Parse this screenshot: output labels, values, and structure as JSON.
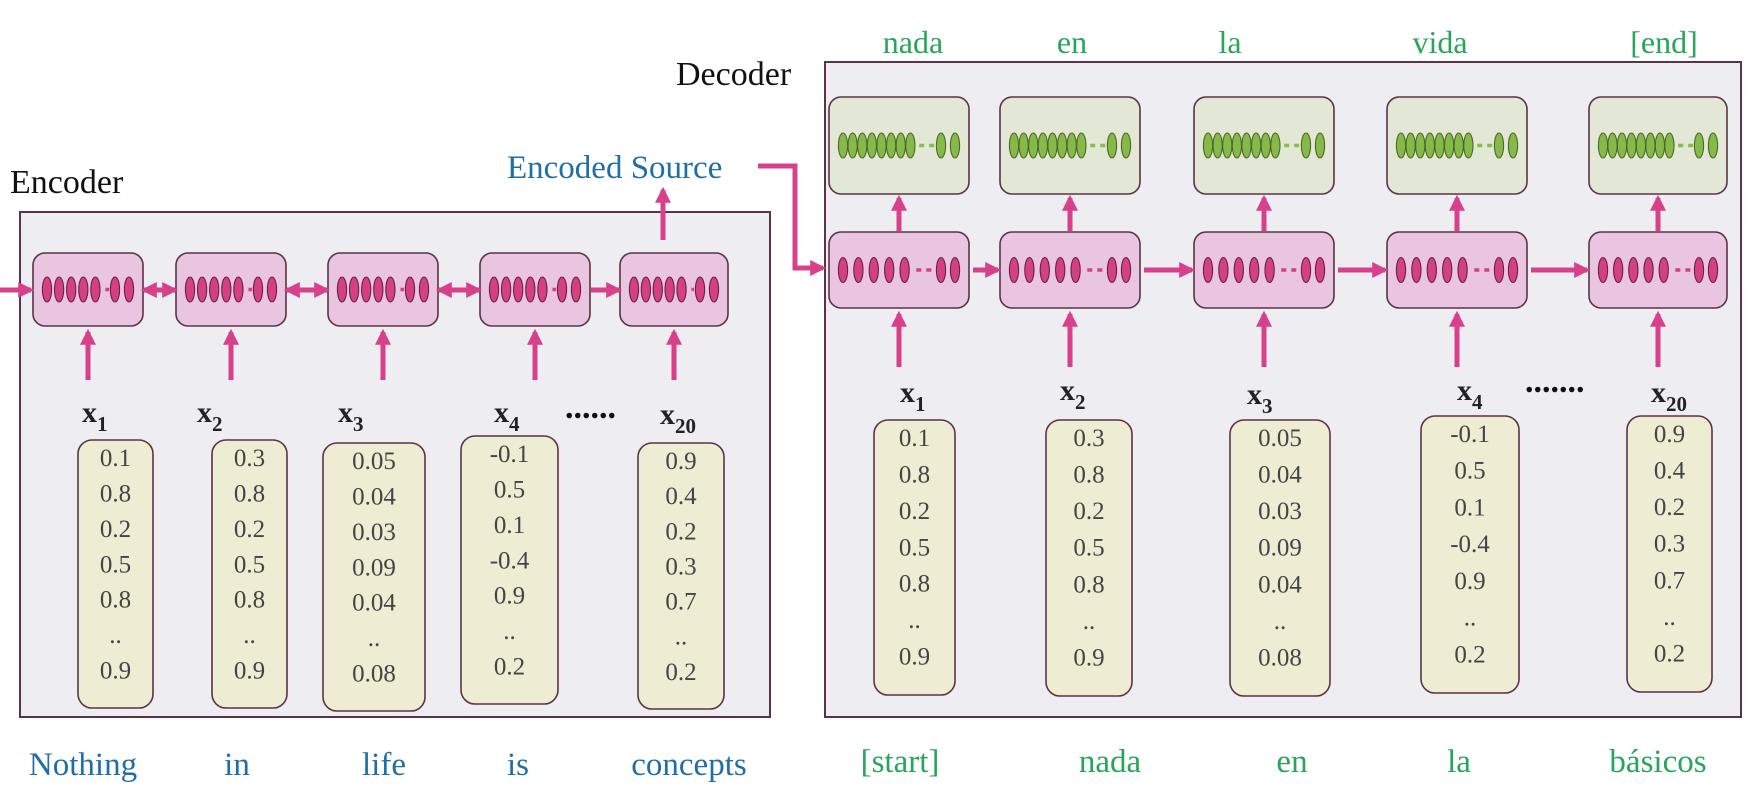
{
  "encoder": {
    "title": "Encoder",
    "output_label": "Encoded Source",
    "inputs": [
      {
        "label": "x",
        "sub": "1",
        "values": [
          "0.1",
          "0.8",
          "0.2",
          "0.5",
          "0.8",
          "..",
          "0.9"
        ],
        "word": "Nothing"
      },
      {
        "label": "x",
        "sub": "2",
        "values": [
          "0.3",
          "0.8",
          "0.2",
          "0.5",
          "0.8",
          "..",
          "0.9"
        ],
        "word": "in"
      },
      {
        "label": "x",
        "sub": "3",
        "values": [
          "0.05",
          "0.04",
          "0.03",
          "0.09",
          "0.04",
          "..",
          "0.08"
        ],
        "word": "life"
      },
      {
        "label": "x",
        "sub": "4",
        "values": [
          "-0.1",
          "0.5",
          "0.1",
          "-0.4",
          "0.9",
          "..",
          "0.2"
        ],
        "word": "is"
      },
      {
        "label": "x",
        "sub": "20",
        "values": [
          "0.9",
          "0.4",
          "0.2",
          "0.3",
          "0.7",
          "..",
          "0.2"
        ],
        "word": "concepts"
      }
    ],
    "ellipsis": "......"
  },
  "decoder": {
    "title": "Decoder",
    "outputs": [
      "nada",
      "en",
      "la",
      "vida",
      "[end]"
    ],
    "inputs": [
      {
        "label": "x",
        "sub": "1",
        "values": [
          "0.1",
          "0.8",
          "0.2",
          "0.5",
          "0.8",
          "..",
          "0.9"
        ],
        "word": "[start]"
      },
      {
        "label": "x",
        "sub": "2",
        "values": [
          "0.3",
          "0.8",
          "0.2",
          "0.5",
          "0.8",
          "..",
          "0.9"
        ],
        "word": "nada"
      },
      {
        "label": "x",
        "sub": "3",
        "values": [
          "0.05",
          "0.04",
          "0.03",
          "0.09",
          "0.04",
          "..",
          "0.08"
        ],
        "word": "en"
      },
      {
        "label": "x",
        "sub": "4",
        "values": [
          "-0.1",
          "0.5",
          "0.1",
          "-0.4",
          "0.9",
          "..",
          "0.2"
        ],
        "word": "la"
      },
      {
        "label": "x",
        "sub": "20",
        "values": [
          "0.9",
          "0.4",
          "0.2",
          "0.3",
          "0.7",
          "..",
          "0.2"
        ],
        "word": "básicos"
      }
    ],
    "ellipsis": "......."
  },
  "colors": {
    "pink": "#d4417f",
    "green": "#86b84a",
    "blue_text": "#1f6ea7",
    "green_text": "#27a55a"
  }
}
